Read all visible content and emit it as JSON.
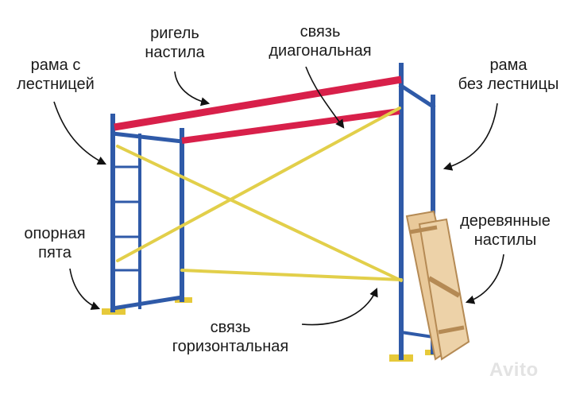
{
  "labels": {
    "frame_with_ladder": [
      "рама с",
      "лестницей"
    ],
    "deck_crossbar": [
      "ригель",
      "настила"
    ],
    "diagonal_brace": [
      "связь",
      "диагональная"
    ],
    "frame_without_ladder": [
      "рама",
      "без лестницы"
    ],
    "base_plate": [
      "опорная",
      "пята"
    ],
    "wooden_decks": [
      "деревянные",
      "настилы"
    ],
    "horizontal_brace": [
      "связь",
      "горизонтальная"
    ]
  },
  "watermark": "Avito",
  "colors": {
    "frame": "#2f5aa8",
    "frame_dark": "#1f3f7a",
    "crossbar": "#d8204a",
    "brace": "#e2cf4a",
    "plate": "#e6c93a",
    "wood": "#e9c99a",
    "wood_edge": "#b58a54"
  }
}
